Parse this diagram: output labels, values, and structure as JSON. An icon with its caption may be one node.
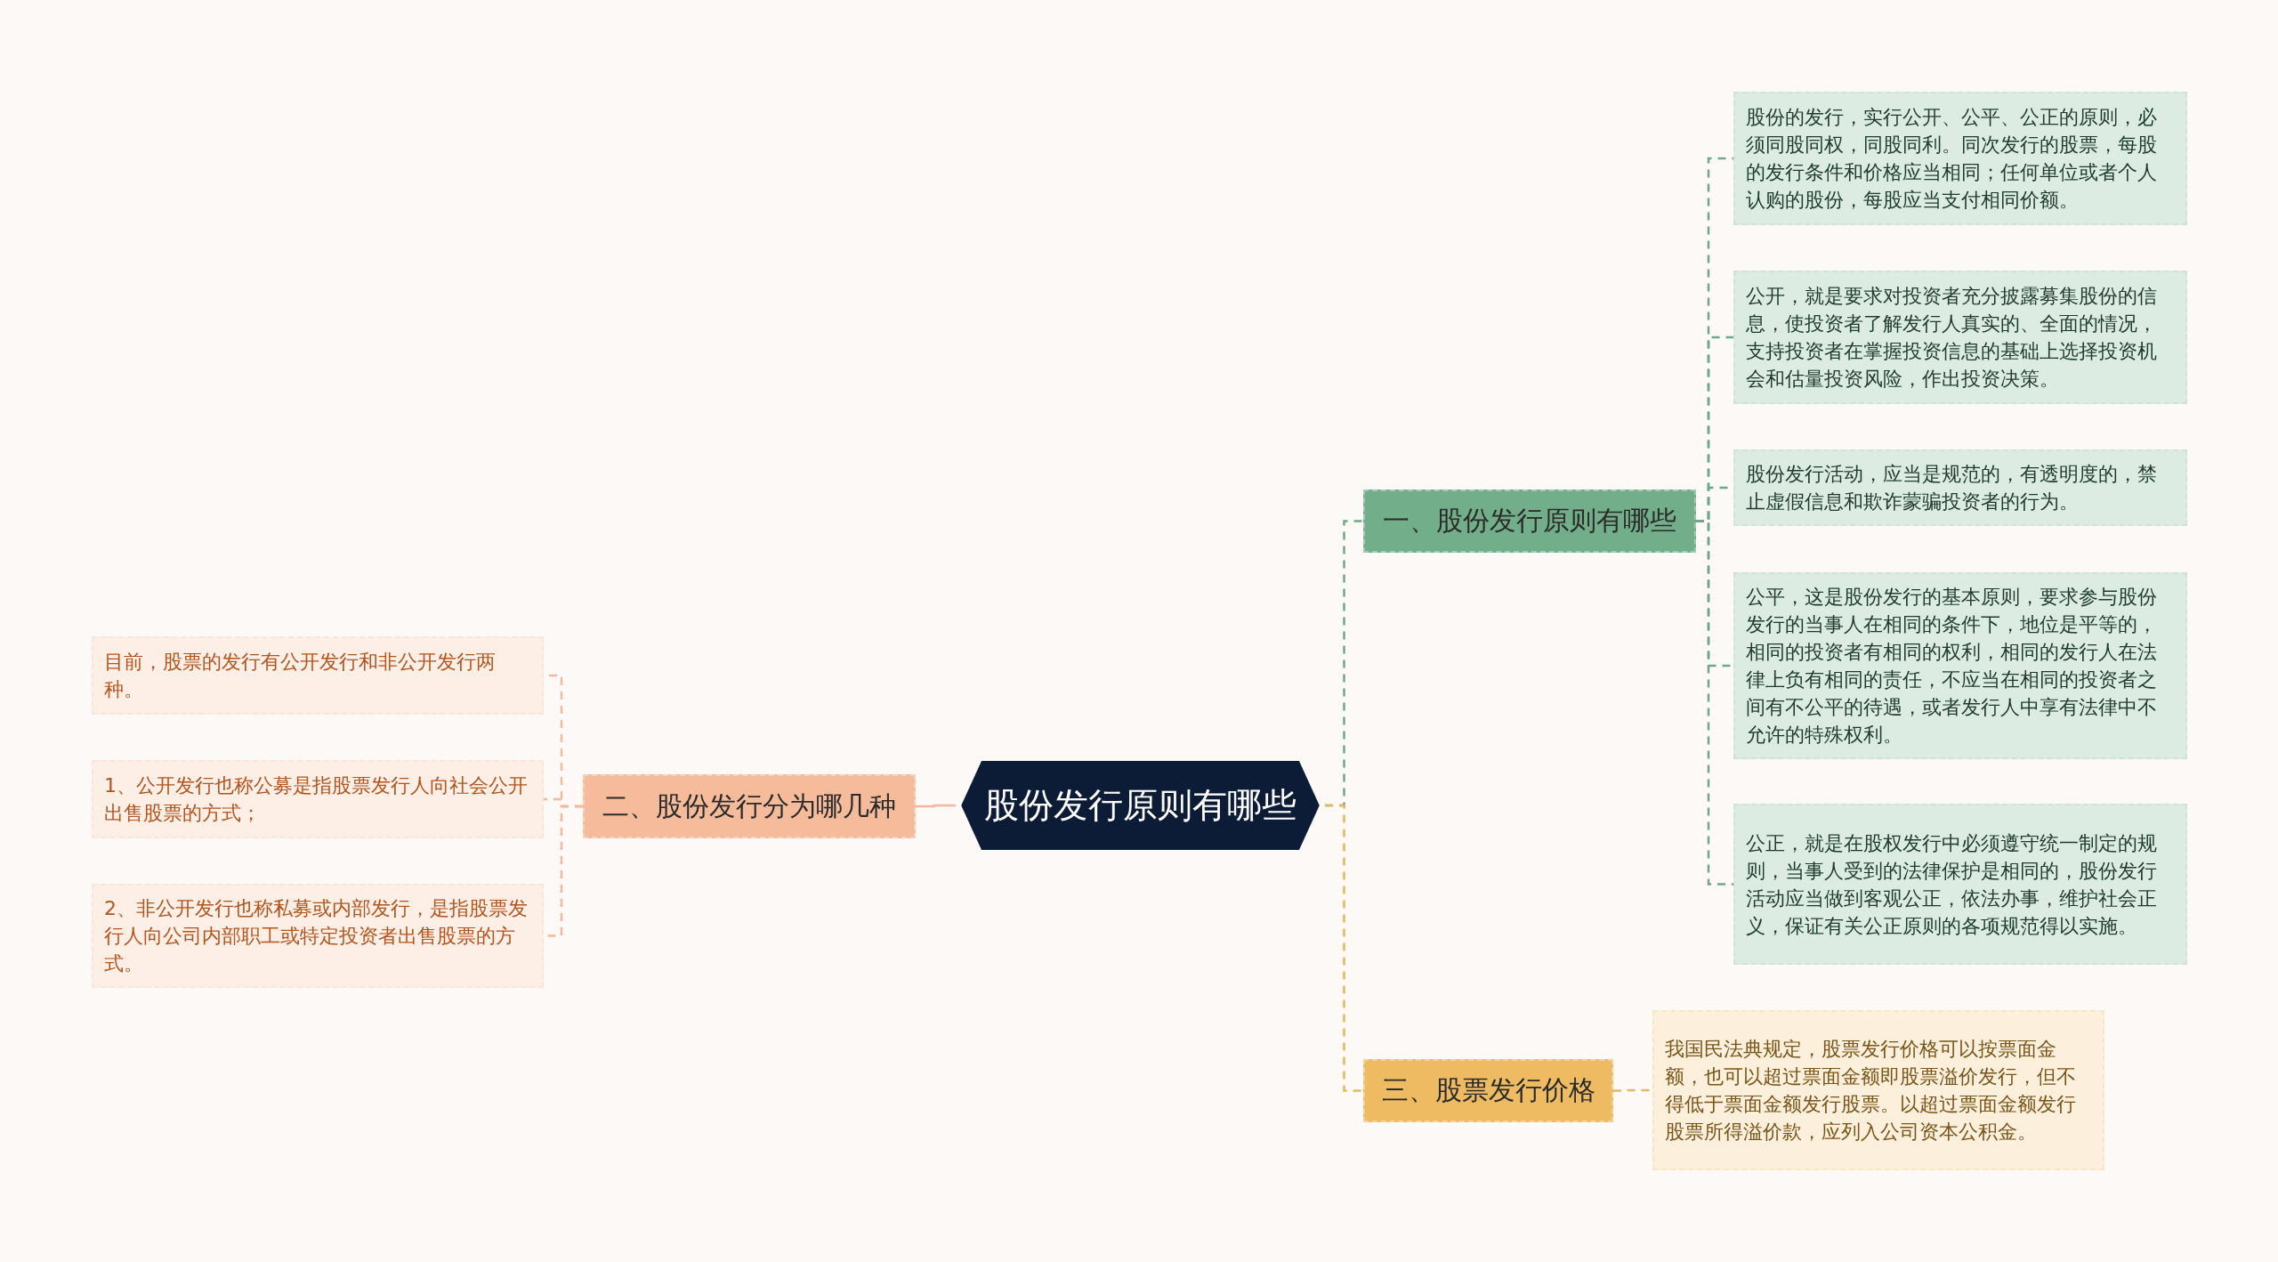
{
  "diagram": {
    "nodes": [
      {
        "text": [
          "股份发行原则有哪些"
        ]
      },
      {
        "text": [
          "一、股份发行原则有哪些"
        ]
      },
      {
        "text": [
          "股份的发行，实行公开、公平、公正的原则，必须同股同权，同股同利。同次发行的股票，每股的发行条件和价格应当相同；任何单位或者个人认购的股份，每股应当支付相同价额。"
        ]
      },
      {
        "text": [
          "公开，就是要求对投资者充分披露募集股份的信息，使投资者了解发行人真实的、全面的情况，支持投资者在掌握投资信息的基础上选择投资机会和估量投资风险，作出投资决策。"
        ]
      },
      {
        "text": [
          "股份发行活动，应当是规范的，有透明度的，禁止虚假信息和欺诈蒙骗投资者的行为。"
        ]
      },
      {
        "text": [
          "公平，这是股份发行的基本原则，要求参与股份发行的当事人在相同的条件下，地位是平等的，相同的投资者有相同的权利，相同的发行人在法律上负有相同的责任，不应当在相同的投资者之间有不公平的待遇，或者发行人中享有法律中不允许的特殊权利。"
        ]
      },
      {
        "text": [
          "公正，就是在股权发行中必须遵守统一制定的规则，当事人受到的法律保护是相同的，股份发行活动应当做到客观公正，依法办事，维护社会正义，保证有关公正原则的各项规范得以实施。"
        ]
      },
      {
        "text": [
          "二、股份发行分为哪几种"
        ]
      },
      {
        "text": [
          "目前，股票的发行有公开发行和非公开发行两种。"
        ]
      },
      {
        "text": [
          "1、公开发行也称公募是指股票发行人向社会公开出售股票的方式；"
        ]
      },
      {
        "text": [
          "2、非公开发行也称私募或内部发行，是指股票发行人向公司内部职工或特定投资者出售股票的方式。"
        ]
      },
      {
        "text": [
          "三、股票发行价格"
        ]
      },
      {
        "text": [
          "我国民法典规定，股票发行价格可以按票面金额，也可以超过票面金额即股票溢价发行，但不得低于票面金额发行股票。以超过票面金额发行股票所得溢价款，应列入公司资本公积金。"
        ]
      }
    ],
    "edges": [
      {
        "from": 0,
        "to": 1,
        "arrow": "none",
        "style": "dashed",
        "color": "#6fa886"
      },
      {
        "from": 1,
        "to": 2,
        "arrow": "none",
        "style": "dashed",
        "color": "#6fa886"
      },
      {
        "from": 1,
        "to": 3,
        "arrow": "none",
        "style": "dashed",
        "color": "#6fa886"
      },
      {
        "from": 1,
        "to": 4,
        "arrow": "none",
        "style": "dashed",
        "color": "#6fa886"
      },
      {
        "from": 1,
        "to": 5,
        "arrow": "none",
        "style": "dashed",
        "color": "#6fa886"
      },
      {
        "from": 1,
        "to": 6,
        "arrow": "none",
        "style": "dashed",
        "color": "#6fa886"
      },
      {
        "from": 0,
        "to": 7,
        "arrow": "none",
        "color": "#f2b99a"
      },
      {
        "from": 7,
        "to": 8,
        "arrow": "none",
        "style": "dashed",
        "color": "#f2b99a"
      },
      {
        "from": 7,
        "to": 9,
        "arrow": "none",
        "style": "dashed",
        "color": "#f2b99a"
      },
      {
        "from": 7,
        "to": 10,
        "arrow": "none",
        "style": "dashed",
        "color": "#f2b99a"
      },
      {
        "from": 0,
        "to": 11,
        "arrow": "none",
        "style": "dashed",
        "color": "#e8b85e"
      },
      {
        "from": 11,
        "to": 12,
        "arrow": "none",
        "style": "dashed",
        "color": "#e8b85e"
      }
    ]
  }
}
